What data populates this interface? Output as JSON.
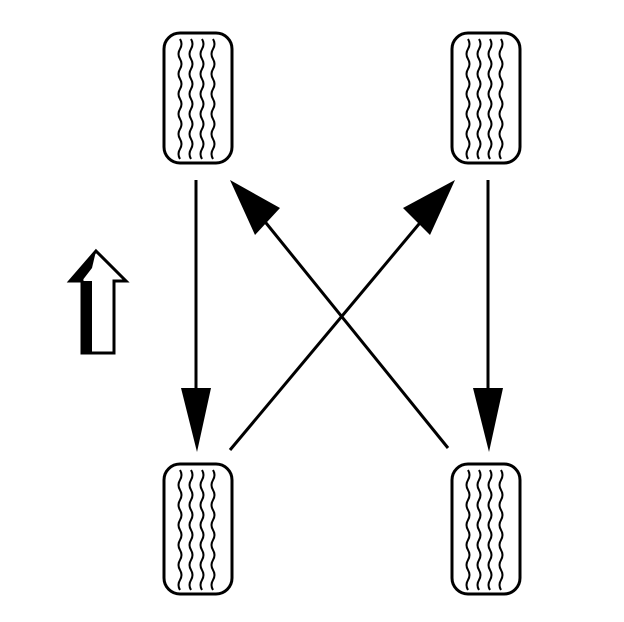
{
  "diagram": {
    "kind": "tire-rotation",
    "pattern": "x-pattern-rear-wheels-crossed-forward",
    "direction_indicator": "forward-arrow-icon",
    "tires": [
      {
        "id": "front-left-tire",
        "position": "front-left"
      },
      {
        "id": "front-right-tire",
        "position": "front-right"
      },
      {
        "id": "rear-left-tire",
        "position": "rear-left"
      },
      {
        "id": "rear-right-tire",
        "position": "rear-right"
      }
    ],
    "moves": [
      {
        "id": "arrow-front-left-to-rear-left",
        "from": "front-left",
        "to": "rear-left"
      },
      {
        "id": "arrow-front-right-to-rear-right",
        "from": "front-right",
        "to": "rear-right"
      },
      {
        "id": "arrow-rear-right-to-front-left",
        "from": "rear-right",
        "to": "front-left"
      },
      {
        "id": "arrow-rear-left-to-front-right",
        "from": "rear-left",
        "to": "front-right"
      }
    ],
    "colors": {
      "ink": "#000000",
      "paper": "#ffffff"
    }
  }
}
